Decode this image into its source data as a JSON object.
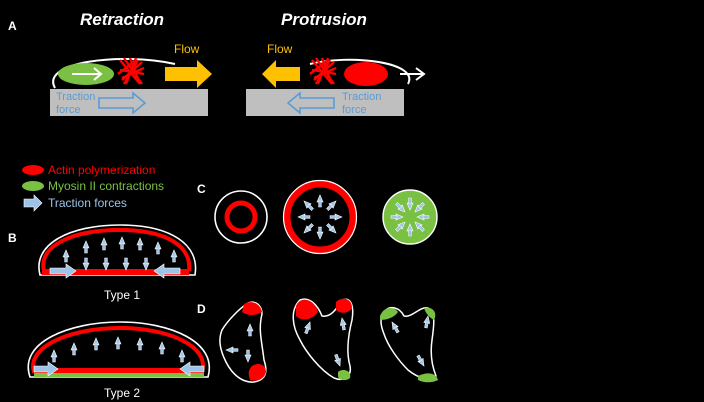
{
  "panels": {
    "a": {
      "letter": "A",
      "retraction": {
        "title": "Retraction",
        "flow_label": "Flow",
        "traction_label_line1": "Traction",
        "traction_label_line2": "force"
      },
      "protrusion": {
        "title": "Protrusion",
        "flow_label": "Flow",
        "traction_label_line1": "Traction",
        "traction_label_line2": "force"
      }
    },
    "b": {
      "letter": "B",
      "type1_label": "Type 1",
      "type2_label": "Type 2"
    },
    "c": {
      "letter": "C"
    },
    "d": {
      "letter": "D"
    }
  },
  "legend": {
    "items": [
      {
        "label": "Actin polymerization",
        "color": "#ff0000",
        "icon": "red-ellipse-icon"
      },
      {
        "label": "Myosin II contractions",
        "color": "#7ac143",
        "icon": "green-ellipse-icon"
      },
      {
        "label": "Traction forces",
        "color": "#9dc3e6",
        "icon": "blue-arrow-icon"
      }
    ]
  },
  "colors": {
    "actin": "#ff0000",
    "myosin": "#7ac143",
    "traction": "#9dc3e6",
    "flow": "#ffc000",
    "substrate": "#bfbfbf",
    "traction_text": "#5b9bd5",
    "outline": "#ffffff"
  }
}
